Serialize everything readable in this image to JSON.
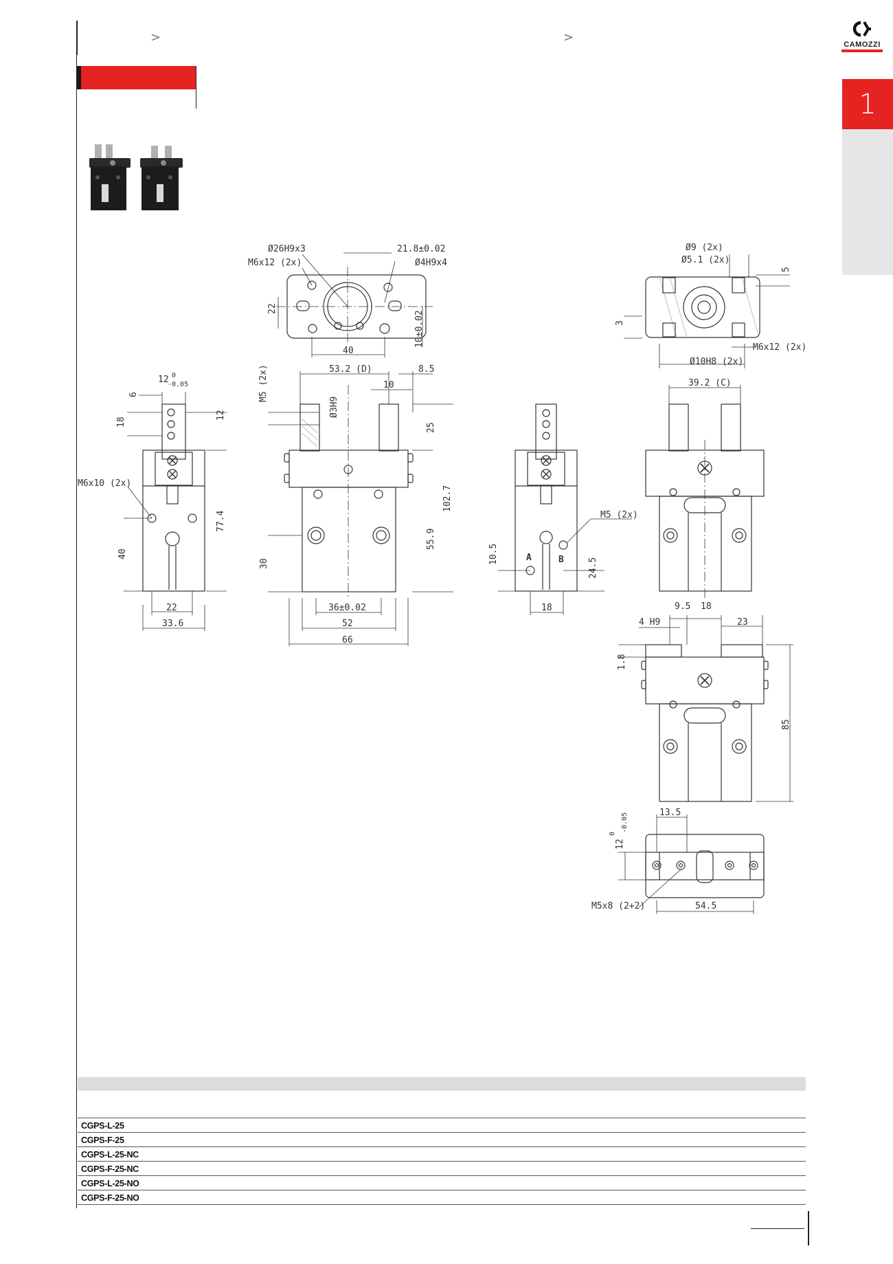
{
  "header": {
    "breadcrumb_sep_1": ">",
    "breadcrumb_sep_2": ">",
    "brand": "CAMOZZI",
    "chapter_number": "1"
  },
  "drawing": {
    "top_view_left": {
      "d1": "Ø26H9x3",
      "d2": "21.8±0.02",
      "d3": "M6x12 (2x)",
      "d4": "Ø4H9x4",
      "d5": "22",
      "d6": "10±0.02",
      "d7": "40"
    },
    "top_view_right": {
      "d1": "Ø9 (2x)",
      "d2": "Ø5.1 (2x)",
      "d3": "5",
      "d4": "3",
      "d5": "M6x12 (2x)",
      "d6": "Ø10H8 (2x)"
    },
    "side_view_1": {
      "d1": "12",
      "d1_sup": "0",
      "d1_sub": "-0.05",
      "d2": "6",
      "d3": "18",
      "d4": "12",
      "d5": "M6x10 (2x)",
      "d6": "77.4",
      "d7": "40",
      "d8": "22",
      "d9": "33.6"
    },
    "front_view": {
      "d1": "53.2 (D)",
      "d2": "8.5",
      "d3": "M5 (2x)",
      "d4": "10",
      "d5": "Ø3H9",
      "d6": "25",
      "d7": "102.7",
      "d8": "55.9",
      "d9": "30",
      "d10": "36±0.02",
      "d11": "52",
      "d12": "66"
    },
    "side_view_2": {
      "d1": "M5 (2x)",
      "port_a": "A",
      "port_b": "B",
      "d2": "10.5",
      "d3": "24.5",
      "d4": "18"
    },
    "front_view_right": {
      "d1": "39.2 (C)"
    },
    "open_view": {
      "d1": "9.5",
      "d2": "18",
      "d3": "4 H9",
      "d4": "23",
      "d5": "1.8",
      "d6": "85"
    },
    "bottom_view": {
      "d1": "13.5",
      "d2": "12",
      "d2_sup": "0",
      "d2_sub": "-0.05",
      "d3": "M5x8 (2+2)",
      "d4": "54.5"
    }
  },
  "table": {
    "rows": [
      "CGPS-L-25",
      "CGPS-F-25",
      "CGPS-L-25-NC",
      "CGPS-F-25-NC",
      "CGPS-L-25-NO",
      "CGPS-F-25-NO"
    ]
  },
  "colors": {
    "accent": "#e52320",
    "tab_grey": "#e6e6e6",
    "table_header": "#dcdcdc"
  }
}
